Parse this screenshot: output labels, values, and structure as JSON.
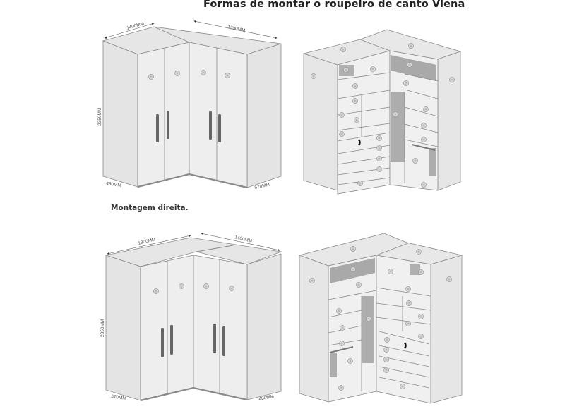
{
  "title": "Formas de montar o roupeiro de canto Viena",
  "sections": [
    {
      "label": "",
      "closed_view": {
        "dimensions": {
          "width_left": "1400MM",
          "width_right": "1300MM",
          "height": "2350MM",
          "depth_left": "480MM",
          "depth_right": "570MM"
        }
      },
      "open_view": {}
    },
    {
      "label": "Montagem direita.",
      "closed_view": {
        "dimensions": {
          "width_left": "1300MM",
          "width_right": "1400MM",
          "height": "2350MM",
          "depth_left": "570MM",
          "depth_right": "480MM"
        }
      },
      "open_view": {}
    }
  ],
  "colors": {
    "panel": "#ececec",
    "panel_side": "#e2e2e2",
    "line": "#8a8a8a",
    "shade": "#a9a9a9",
    "handle": "#666666",
    "text": "#222222"
  }
}
